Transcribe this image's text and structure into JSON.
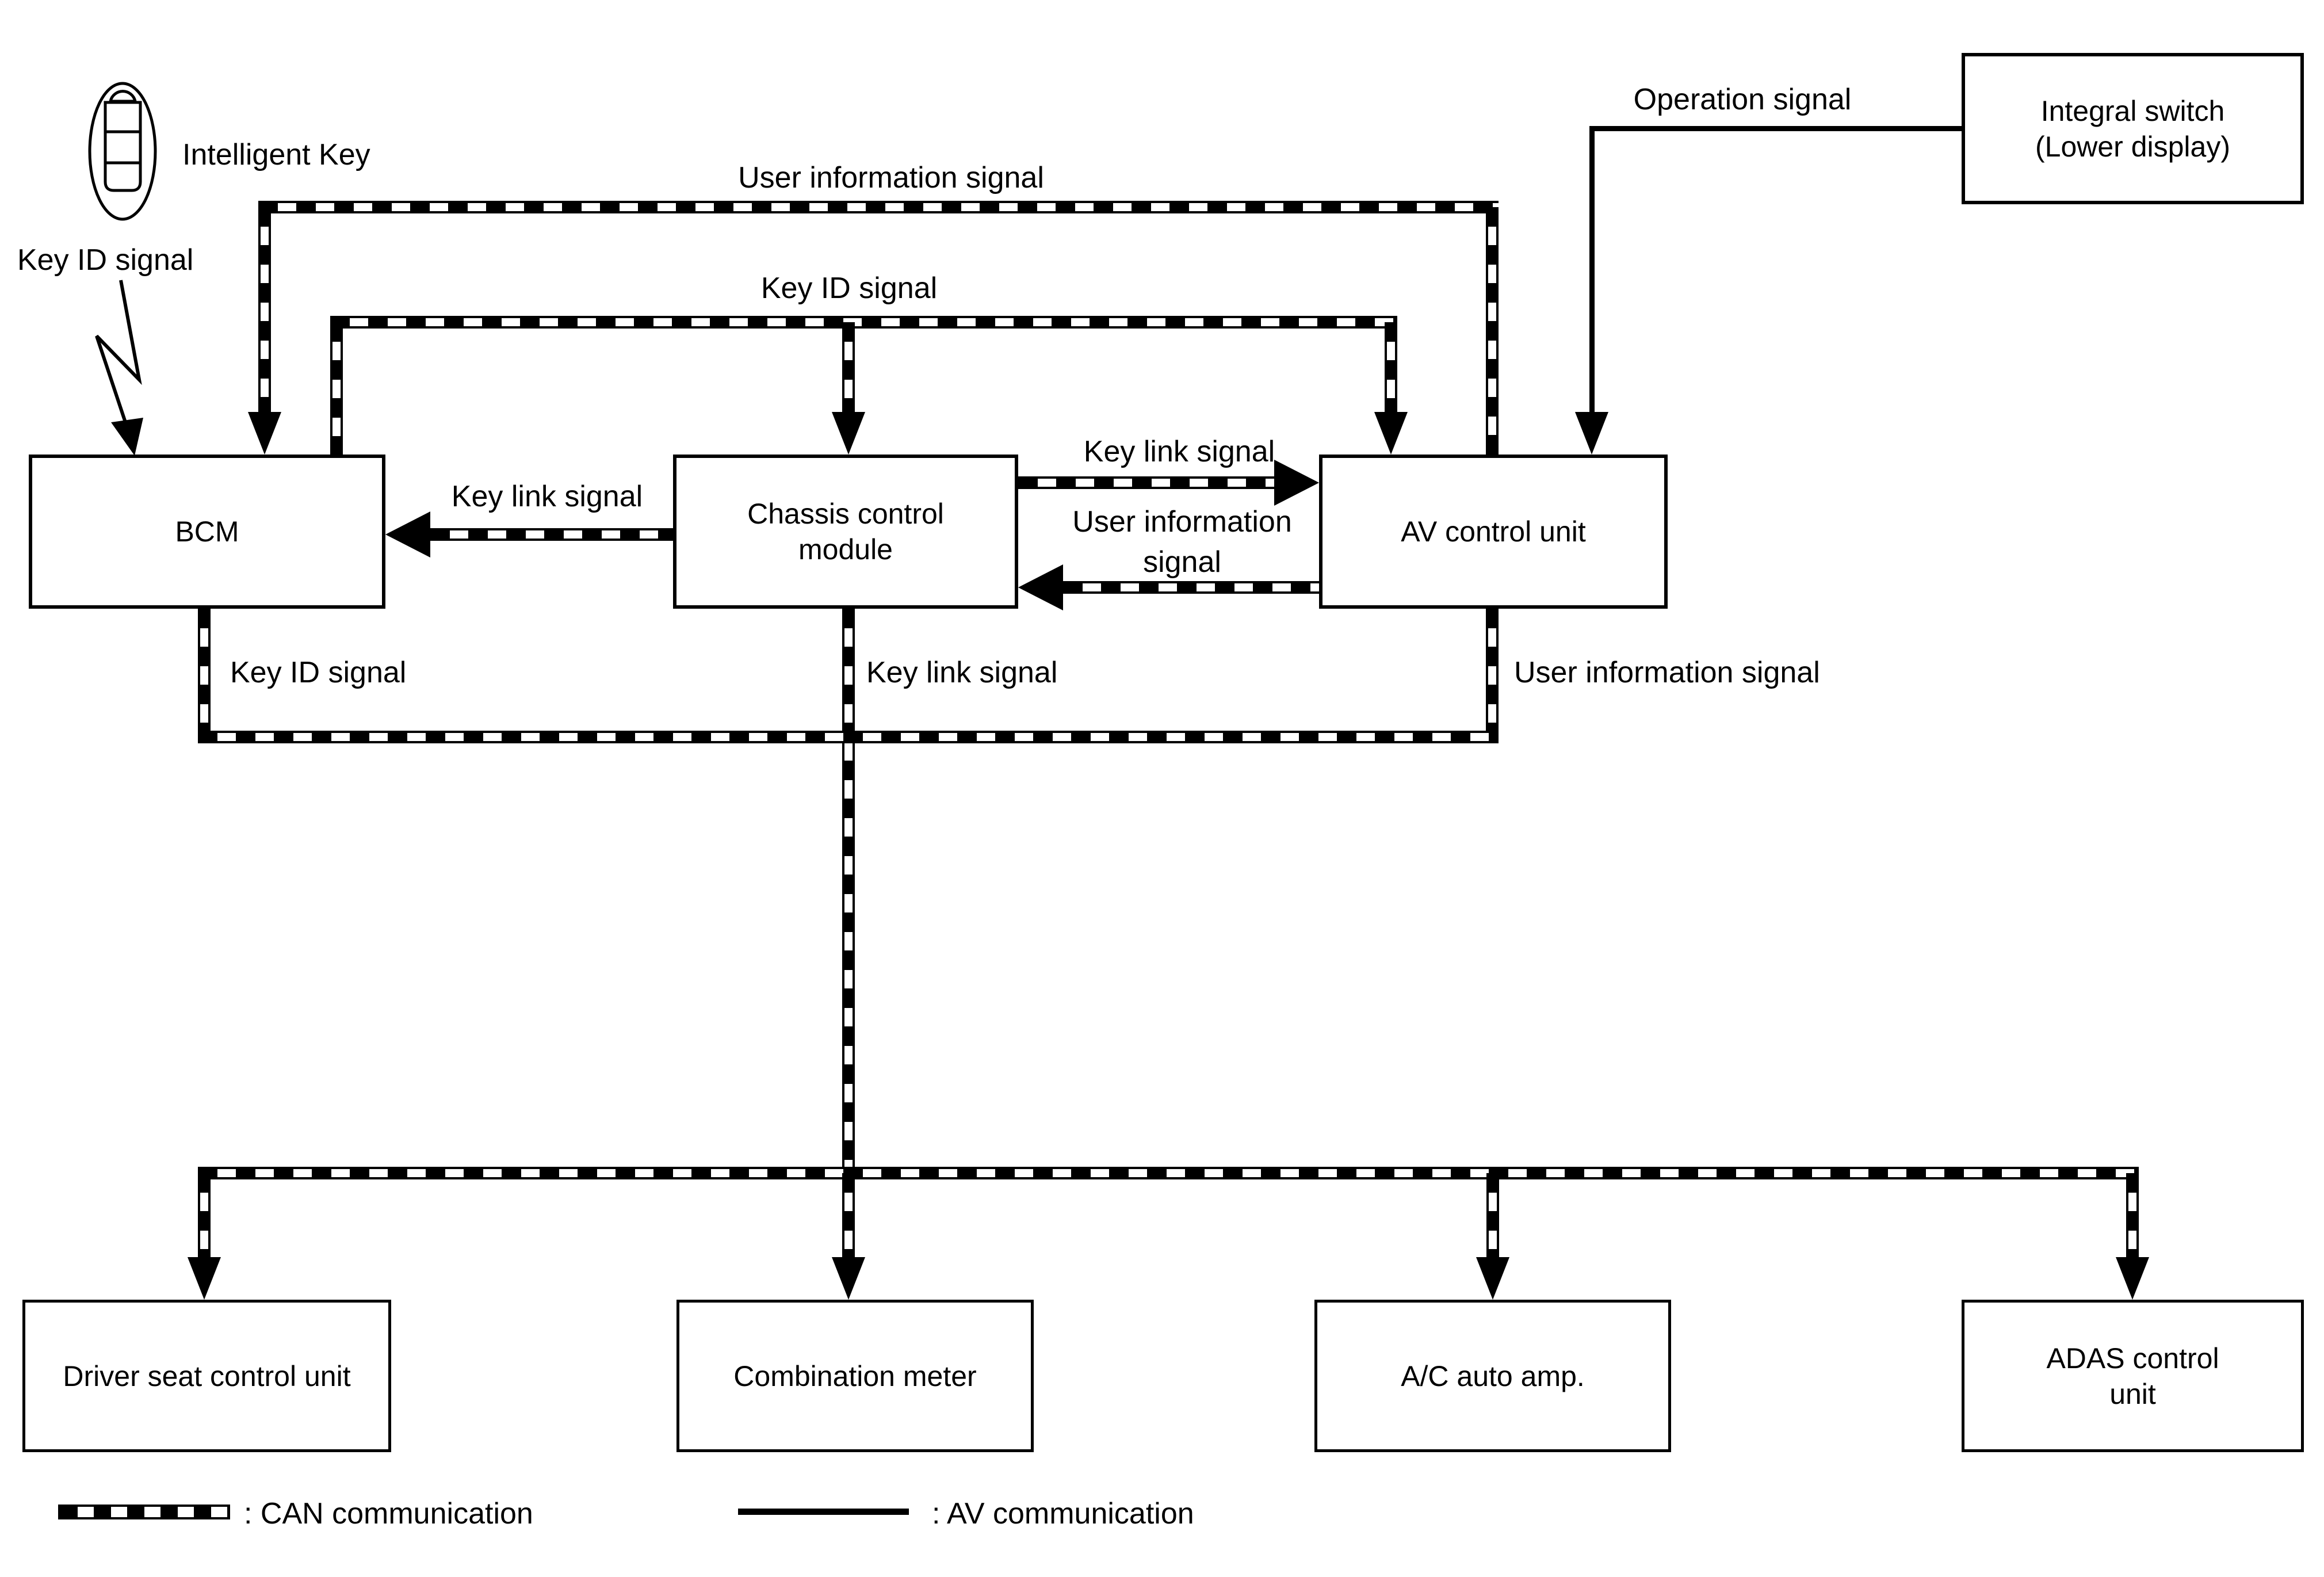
{
  "diagram": {
    "intelligent_key": {
      "label": "Intelligent Key",
      "callout": "Key ID signal"
    },
    "top_buses": {
      "user_information": "User information signal",
      "key_id": "Key ID signal"
    },
    "operation": {
      "label": "Operation signal"
    },
    "nodes": {
      "bcm": "BCM",
      "chassis": {
        "line1": "Chassis control",
        "line2": "module"
      },
      "av": "AV control unit",
      "integral": {
        "line1": "Integral switch",
        "line2": "(Lower display)"
      },
      "driver_seat": "Driver seat control unit",
      "combination_meter": "Combination meter",
      "ac_auto_amp": "A/C auto amp.",
      "adas": {
        "line1": "ADAS control",
        "line2": "unit"
      }
    },
    "inter_arrows": {
      "chassis_to_bcm": "Key link signal",
      "chassis_to_av": "Key link signal",
      "av_to_chassis": {
        "line1": "User information",
        "line2": "signal"
      }
    },
    "branch_labels": {
      "key_id": "Key ID signal",
      "key_link": "Key link signal",
      "user_information": "User information signal"
    },
    "legend": {
      "can": ": CAN communication",
      "av": ": AV communication"
    }
  },
  "colors": {
    "line": "#000000",
    "background": "#ffffff"
  }
}
